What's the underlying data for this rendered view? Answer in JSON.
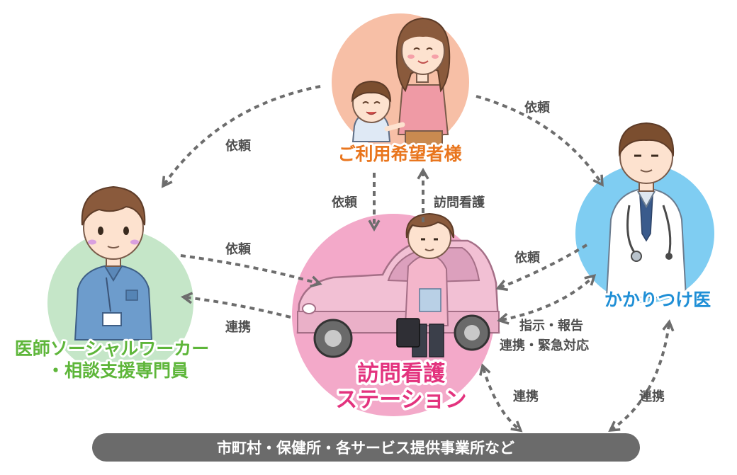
{
  "nodes": {
    "user": {
      "label": "ご利用希望者様",
      "circle_color": "#f7bfa6",
      "label_color": "#e9761e"
    },
    "doctor": {
      "label": "かかりつけ医",
      "circle_color": "#7fcdf2",
      "label_color": "#1f8fd6"
    },
    "social_worker": {
      "label_line1": "医師ソーシャルワーカー",
      "label_line2": "・相談支援専門員",
      "circle_color": "#c5e6c8",
      "label_color": "#5eb63a"
    },
    "station": {
      "label_line1": "訪問看護",
      "label_line2": "ステーション",
      "circle_color": "#f3a9c9",
      "label_color": "#e3337e"
    }
  },
  "relations": {
    "user_to_social": "依頼",
    "user_to_doctor": "依頼",
    "user_to_station": "依頼",
    "station_to_user": "訪問看護",
    "social_to_station": "依頼",
    "station_to_social": "連携",
    "doctor_to_station": "依頼",
    "station_doctor_line1": "指示・報告",
    "station_doctor_line2": "連携・緊急対応",
    "station_to_bottom": "連携",
    "doctor_to_bottom": "連携"
  },
  "bottom_bar": {
    "label": "市町村・保健所・各サービス提供事業所など",
    "color": "#6b6b6b"
  }
}
